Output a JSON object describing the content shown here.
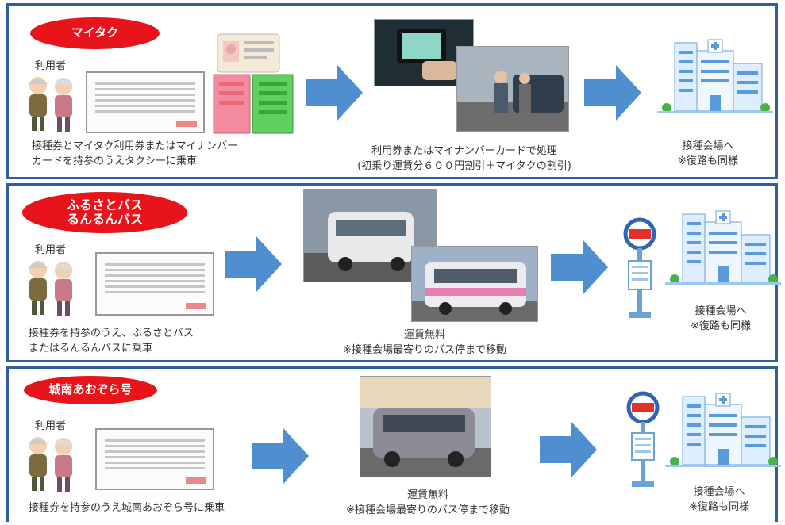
{
  "sections": [
    {
      "badge": "マイタク",
      "user_label": "利用者",
      "left_caption_1": "接種券とマイタク利用券またはマイナンバー",
      "left_caption_2": "カードを持参のうえタクシーに乗車",
      "middle_caption_1": "利用券またはマイナンバーカードで処理",
      "middle_caption_2": "(初乗り運賃分６００円割引＋マイタクの割引)",
      "right_caption_1": "接種会場へ",
      "right_caption_2": "※復路も同様"
    },
    {
      "badge_1": "ふるさとバス",
      "badge_2": "るんるんバス",
      "user_label": "利用者",
      "left_caption_1": "接種券を持参のうえ、ふるさとバス",
      "left_caption_2": "またはるんるんバスに乗車",
      "middle_caption_1": "運賃無料",
      "middle_caption_2": "※接種会場最寄りのバス停まで移動",
      "right_caption_1": "接種会場へ",
      "right_caption_2": "※復路も同様"
    },
    {
      "badge": "城南あおぞら号",
      "user_label": "利用者",
      "left_caption_1": "接種券を持参のうえ城南あおぞら号に乗車",
      "middle_caption_1": "運賃無料",
      "middle_caption_2": "※接種会場最寄りのバス停まで移動",
      "right_caption_1": "接種会場へ",
      "right_caption_2": "※復路も同様"
    }
  ],
  "colors": {
    "badge_red": "#e8141b",
    "arrow_blue": "#4f8fcf",
    "frame_blue": "#2f5f9e"
  }
}
